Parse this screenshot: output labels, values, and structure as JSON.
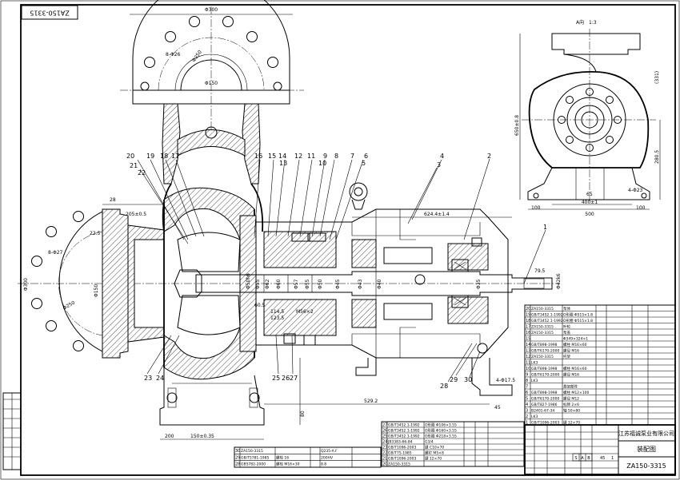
{
  "drawing": {
    "code": "ZA150-3315",
    "code_rotated": "ZA150-3315",
    "company": "江苏福诚泵业有限公司",
    "title": "装配图"
  },
  "callouts": [
    "1",
    "2",
    "3",
    "4",
    "5",
    "6",
    "7",
    "8",
    "9",
    "10",
    "11",
    "12",
    "13",
    "14",
    "15",
    "16",
    "17",
    "18",
    "19",
    "20",
    "21",
    "22",
    "23",
    "24",
    "25",
    "26",
    "27",
    "28",
    "29",
    "30"
  ],
  "dimensions": {
    "top_flange_dia": "Φ300",
    "top_bolts": "8-Φ26",
    "top_pcd": "Φ250",
    "top_bore": "Φ150",
    "left_flange_dia": "Φ300",
    "left_bolts": "8-Φ27",
    "left_pcd": "Φ250",
    "left_bore": "Φ150",
    "suction_len": "205±0.5",
    "suction_28": "28",
    "suction_225": "22.5",
    "frame_len": "624.4±1.4",
    "frame_795": "79.5",
    "shaft_dia": "Φ42k6",
    "overall_len": "529.2",
    "foot_200": "200",
    "foot_150": "150±0.35",
    "foot_4_175": "4-Φ17.5",
    "foot_45": "45",
    "dim_80": "80",
    "side_A": "A向",
    "side_ratio": "1:3",
    "side_400": "400±1",
    "side_500": "500",
    "side_100a": "100",
    "side_100b": "100",
    "side_height": "650±0.8",
    "side_280": "280.5",
    "side_331": "(331)",
    "side_65": "65",
    "side_23": "4-Φ23",
    "inner_labels": [
      "Φ50h6",
      "Φ55",
      "Φ62",
      "Φ60",
      "Φ57",
      "Φ55",
      "Φ50",
      "Φ45",
      "Φ43",
      "Φ40",
      "Φ35",
      "60.5",
      "114.5",
      "123.5",
      "M56×2"
    ]
  },
  "bom_right": [
    {
      "no": "20",
      "code": "ZA150-3315",
      "name": "泵体"
    },
    {
      "no": "19",
      "code": "GB/T3452.1-1992",
      "name": "O形圈 Φ515×1.8"
    },
    {
      "no": "18",
      "code": "GB/T3452.1-1992",
      "name": "O形圈 Φ515×1.8"
    },
    {
      "no": "17",
      "code": "ZA150-3315",
      "name": "叶轮"
    },
    {
      "no": "16",
      "code": "ZA150-3315",
      "name": "泵盖"
    },
    {
      "no": "15",
      "code": "",
      "name": "Φ349×324×1"
    },
    {
      "no": "14",
      "code": "GB/T898-1998",
      "name": "螺柱 M16×60"
    },
    {
      "no": "13",
      "code": "GB/T6170-2000",
      "name": "螺母 M16"
    },
    {
      "no": "12",
      "code": "ZA150-3315",
      "name": "托架"
    },
    {
      "no": "11",
      "code": "LK3",
      "name": ""
    },
    {
      "no": "10",
      "code": "GB/T898-1998",
      "name": "螺柱 M16×60"
    },
    {
      "no": "9",
      "code": "GB/T6170-2000",
      "name": "螺母 M16"
    },
    {
      "no": "8",
      "code": "LK3",
      "name": ""
    },
    {
      "no": "7",
      "code": "",
      "name": "悬架部件"
    },
    {
      "no": "6",
      "code": "GB/T898-1998",
      "name": "螺柱 M12×100"
    },
    {
      "no": "5",
      "code": "GB/T6170-2000",
      "name": "螺母 M12"
    },
    {
      "no": "4",
      "code": "GB/T827-1986",
      "name": "标牌 2×6"
    },
    {
      "no": "3",
      "code": "B2401-67-34",
      "name": "轴 50×80"
    },
    {
      "no": "2",
      "code": "LK3",
      "name": ""
    },
    {
      "no": "1",
      "code": "GB/T1096-2003",
      "name": "键 12×70"
    }
  ],
  "bom_mid": [
    {
      "no": "27",
      "code": "GB/T3452.1-1992",
      "name": "O形圈 Φ106×3.55"
    },
    {
      "no": "26",
      "code": "GB/T3452.1-1992",
      "name": "O形圈 Φ160×3.55"
    },
    {
      "no": "25",
      "code": "GB/T3452.1-1992",
      "name": "O形圈 Φ218×3.55"
    },
    {
      "no": "24",
      "code": "JB3383-66-84",
      "name": "G3/4"
    },
    {
      "no": "23",
      "code": "GB/T1096-2003",
      "name": "键 C10×70"
    },
    {
      "no": "22",
      "code": "GB/T75-1985",
      "name": "螺钉 M5×8"
    },
    {
      "no": "21",
      "code": "GB/T1096-2003",
      "name": "键 12×70"
    },
    {
      "no": "20",
      "code": "ZA150-3315",
      "name": ""
    }
  ],
  "bom_left": [
    {
      "no": "30",
      "code": "ZA150-3315",
      "name": "",
      "mat": "Q235-A.F"
    },
    {
      "no": "29",
      "code": "GB/T5781-1985",
      "name": "螺栓 16",
      "mat": "200HV"
    },
    {
      "no": "28",
      "code": "GB5782-2000",
      "name": "螺栓 M16×30",
      "mat": "8.8"
    }
  ],
  "title_block": {
    "scale_marks": [
      "S",
      "A",
      "B"
    ],
    "weight": "45",
    "no": "1"
  }
}
